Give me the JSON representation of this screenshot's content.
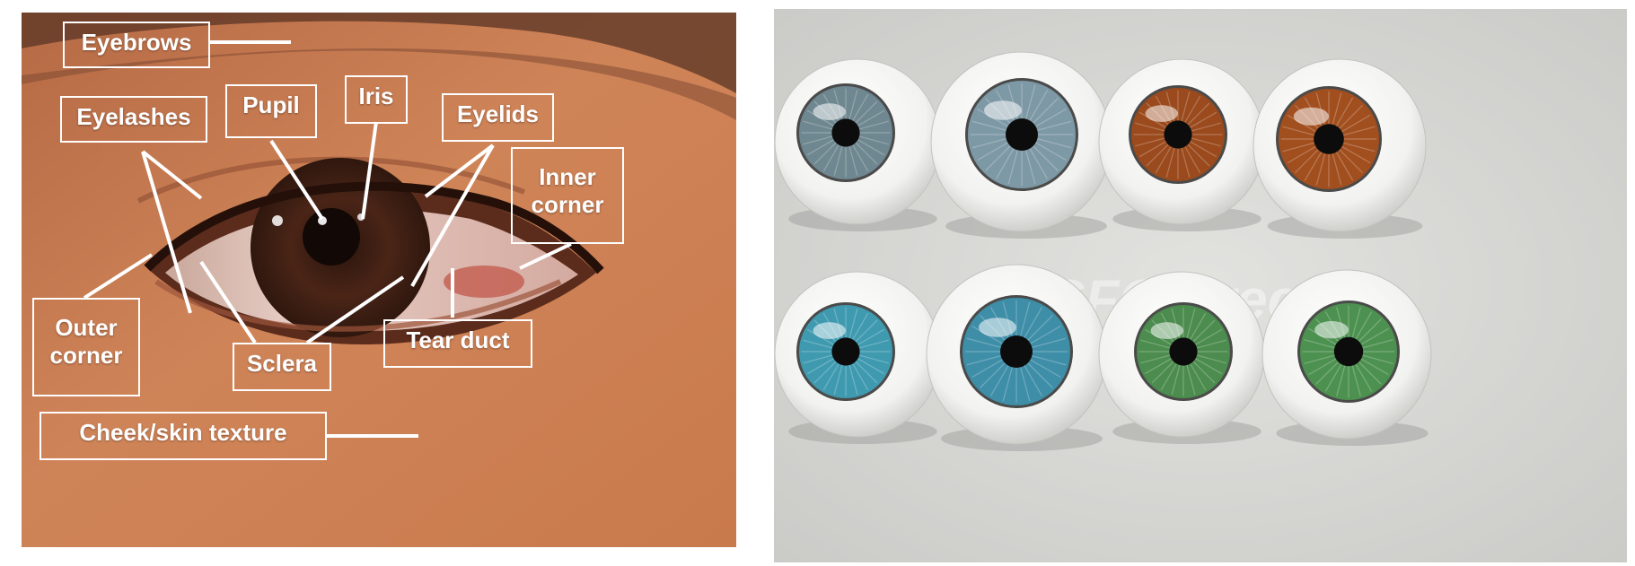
{
  "eye_diagram": {
    "labels": {
      "eyebrows": "Eyebrows",
      "eyelashes": "Eyelashes",
      "pupil": "Pupil",
      "iris": "Iris",
      "eyelids": "Eyelids",
      "inner_corner": "Inner corner",
      "outer_corner": "Outer corner",
      "sclera": "Sclera",
      "tear_duct": "Tear duct",
      "cheek_skin_texture": "Cheek/skin texture"
    }
  },
  "eyeballs_photo": {
    "watermark": "SFCDirect",
    "eyeballs": [
      {
        "iris_color": "#6f8790"
      },
      {
        "iris_color": "#7e99a6"
      },
      {
        "iris_color": "#9a4a1c"
      },
      {
        "iris_color": "#a24f1f"
      },
      {
        "iris_color": "#3f9ab0"
      },
      {
        "iris_color": "#3f8ea8"
      },
      {
        "iris_color": "#4c8c4e"
      },
      {
        "iris_color": "#4d9150"
      }
    ]
  },
  "colors": {
    "skin": "#c8794f",
    "label_border": "#ffffff",
    "background_gray": "#d6d6d3"
  }
}
